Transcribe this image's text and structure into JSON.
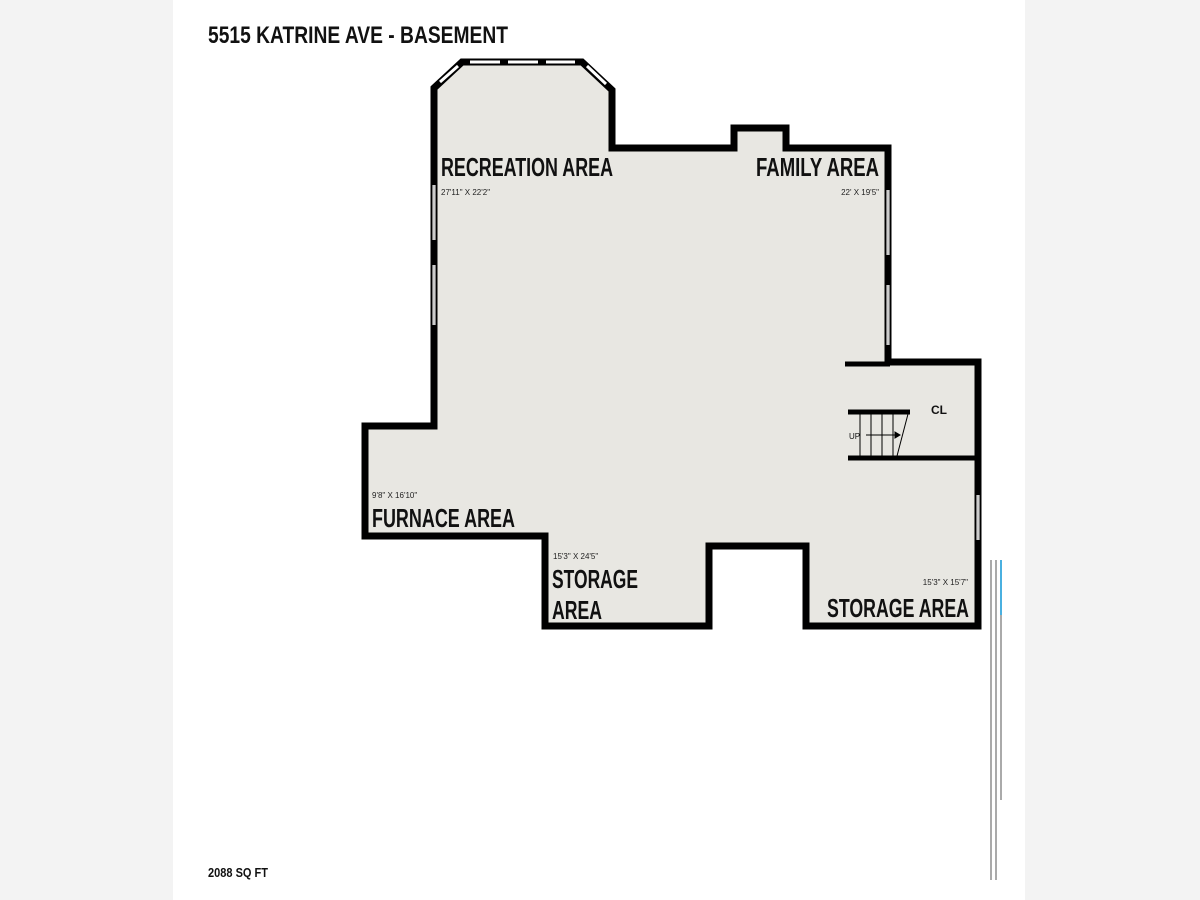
{
  "title": "5515 KATRINE AVE - BASEMENT",
  "total_area": "2088 SQ FT",
  "colors": {
    "floor": "#e8e7e2",
    "wall": "#000000",
    "background": "#ffffff",
    "margin": "#f3f3f3"
  },
  "rooms": [
    {
      "name": "RECREATION AREA",
      "dimensions": "27'11\" X 22'2\""
    },
    {
      "name": "FAMILY AREA",
      "dimensions": "22' X 19'5\""
    },
    {
      "name": "FURNACE AREA",
      "dimensions": "9'8\" X 16'10\""
    },
    {
      "name_line1": "STORAGE",
      "name_line2": "AREA",
      "dimensions": "15'3\" X 24'5\""
    },
    {
      "name": "STORAGE AREA",
      "dimensions": "15'3\" X 15'7\""
    }
  ],
  "closet_label": "CL",
  "stairs_label": "UP"
}
